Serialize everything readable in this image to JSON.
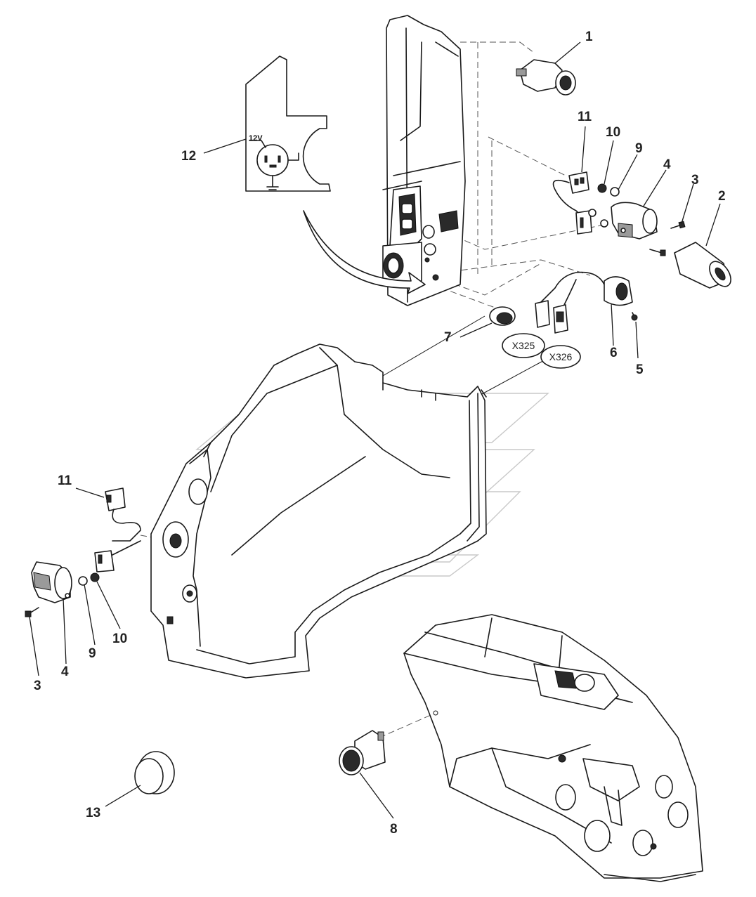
{
  "callouts": {
    "c1": "1",
    "c2": "2",
    "c3_top": "3",
    "c4_top": "4",
    "c5": "5",
    "c6": "6",
    "c7": "7",
    "c8": "8",
    "c9_top": "9",
    "c10_top": "10",
    "c11_top": "11",
    "c12": "12",
    "c13": "13",
    "c11_left": "11",
    "c3_left": "3",
    "c4_left": "4",
    "c9_left": "9",
    "c10_left": "10"
  },
  "connectors": {
    "x325": "X325",
    "x326": "X326"
  },
  "socket_symbol": {
    "voltage": "12V"
  },
  "colors": {
    "line": "#1a1a1a",
    "background": "#ffffff",
    "watermark": "#c8c8c8"
  }
}
